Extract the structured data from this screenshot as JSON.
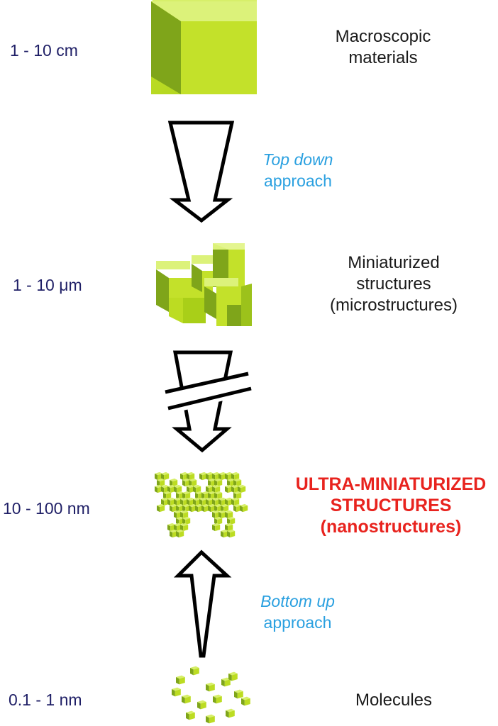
{
  "levels": [
    {
      "scale": "1 - 10  cm",
      "description": [
        "Macroscopic",
        "materials"
      ]
    },
    {
      "scale": "1 - 10 μm",
      "description": [
        "Miniaturized",
        "structures",
        "(microstructures)"
      ]
    },
    {
      "scale": "10 - 100 nm",
      "description": [
        "ULTRA-MINIATURIZED",
        "STRUCTURES",
        "(nanostructures)"
      ]
    },
    {
      "scale": "0.1 - 1 nm",
      "description": [
        "Molecules"
      ]
    }
  ],
  "approaches": {
    "top_down": {
      "line1": "Top down",
      "line2": "approach"
    },
    "bottom_up": {
      "line1": "Bottom up",
      "line2": "approach"
    }
  },
  "colors": {
    "scale_text": "#1f1f66",
    "approach_text": "#2aa0e0",
    "highlight_text": "#e8231e",
    "cube_top": "#d7ef6a",
    "cube_front": "#bcdc22",
    "cube_side": "#7fa51a"
  }
}
